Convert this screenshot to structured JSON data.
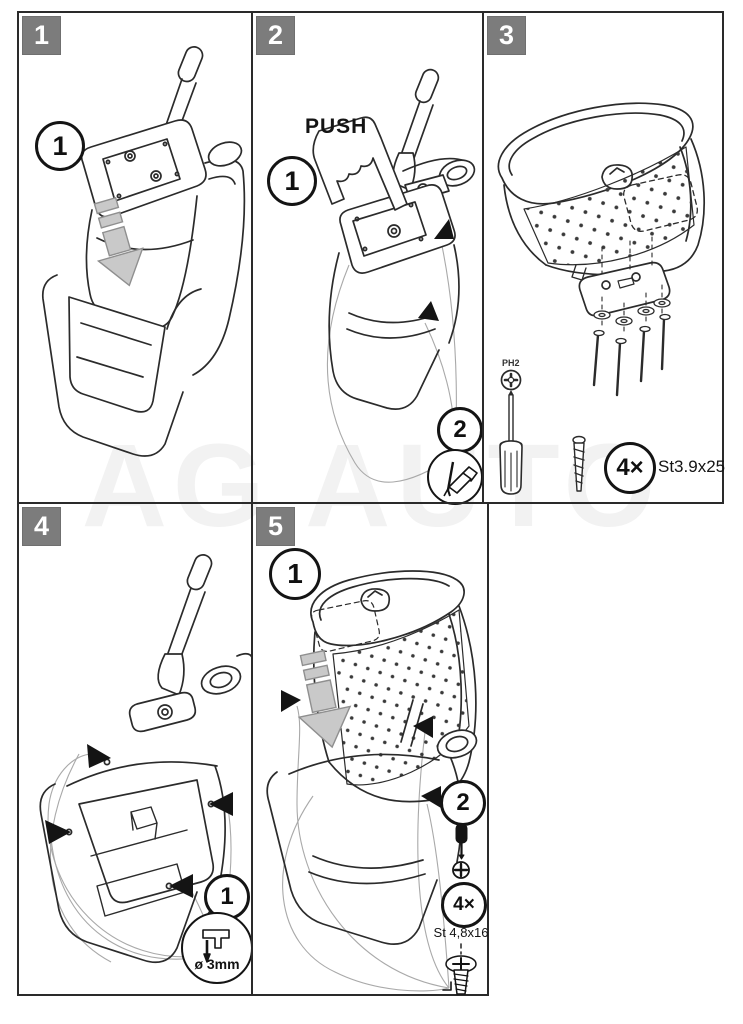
{
  "watermark": {
    "text": "AG AUTO"
  },
  "colors": {
    "panel_border": "#2a2a2a",
    "badge_bg": "#7c7c7c",
    "badge_text": "#ffffff",
    "line_art": "#2b2b2b",
    "leader_line": "#a9a9a9",
    "gray_arrow_fill": "#c9c9c9",
    "watermark_gray": "#f2f2f2"
  },
  "panels": {
    "p1": {
      "badge": "1",
      "step1": "1"
    },
    "p2": {
      "badge": "2",
      "push": "PUSH",
      "step1": "1",
      "step2": "2"
    },
    "p3": {
      "badge": "3",
      "driver_label": "PH2",
      "qty": "4×",
      "spec": "St3.9x25"
    },
    "p4": {
      "badge": "4",
      "step1": "1",
      "drill_spec": "ø 3mm"
    },
    "p5": {
      "badge": "5",
      "step1": "1",
      "step2": "2",
      "qty": "4×",
      "spec": "St 4,8x16"
    }
  }
}
